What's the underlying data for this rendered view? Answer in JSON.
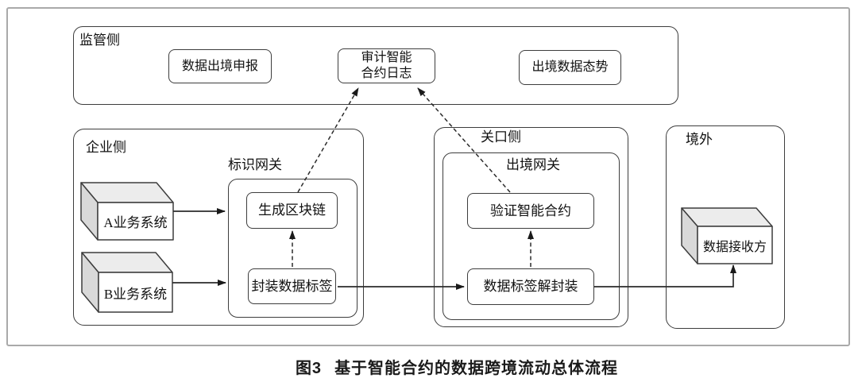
{
  "caption": {
    "prefix": "图3",
    "title": "基于智能合约的数据跨境流动总体流程"
  },
  "regulator": {
    "label": "监管侧",
    "declare": "数据出境申报",
    "audit_line1": "审计智能",
    "audit_line2": "合约日志",
    "situation": "出境数据态势"
  },
  "enterprise": {
    "label": "企业侧",
    "id_gateway": "标识网关",
    "system_a": "A业务系统",
    "system_b": "B业务系统",
    "gen_blockchain": "生成区块链",
    "encapsulate": "封装数据标签"
  },
  "customs": {
    "label": "关口侧",
    "exit_gateway": "出境网关",
    "verify": "验证智能合约",
    "decapsulate": "数据标签解封装"
  },
  "overseas": {
    "label": "境外",
    "receiver": "数据接收方"
  },
  "colors": {
    "background": "#ffffff",
    "frame_border": "#a9a9a9",
    "box_border": "#3d3d3d",
    "line": "#2b2b2b",
    "cuboid_top": "#ececec",
    "cuboid_side": "#d9d9d9"
  }
}
